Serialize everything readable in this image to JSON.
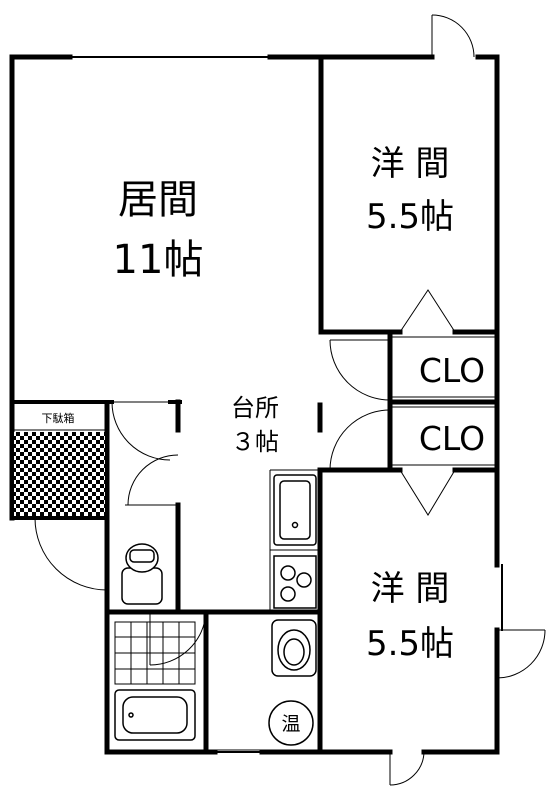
{
  "rooms": {
    "living": {
      "name": "居間",
      "size": "11帖"
    },
    "western_top": {
      "name": "洋 間",
      "size": "5.5帖"
    },
    "western_bottom": {
      "name": "洋 間",
      "size": "5.5帖"
    },
    "kitchen": {
      "name": "台所",
      "size": "３帖"
    },
    "closet_top": {
      "label": "CLO"
    },
    "closet_bottom": {
      "label": "CLO"
    },
    "shoe_box": {
      "label": "下駄箱"
    },
    "water_heater": {
      "label": "温"
    }
  },
  "colors": {
    "line": "#000000",
    "background": "#ffffff"
  },
  "icons": [
    "door-swing-icon",
    "toilet-icon",
    "bathtub-icon",
    "sink-icon",
    "stove-icon",
    "washbasin-icon",
    "shoe-box-hatch-icon"
  ]
}
